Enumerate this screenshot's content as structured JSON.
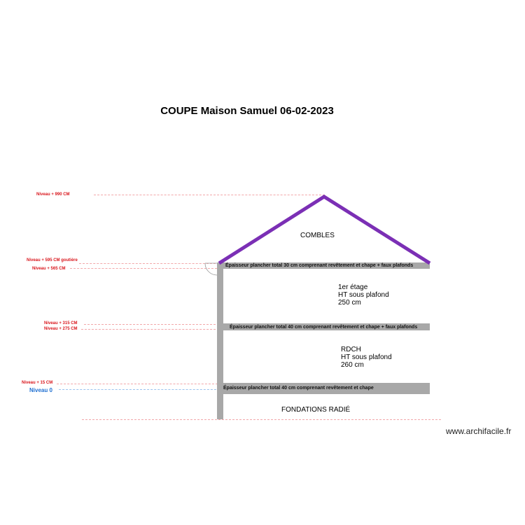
{
  "title": "COUPE Maison Samuel 06-02-2023",
  "levels": [
    {
      "label": "Niveau + 990 CM"
    },
    {
      "label": "Niveau + 595 CM goutière"
    },
    {
      "label": "Niveau + 565 CM"
    },
    {
      "label": "Niveau + 315 CM"
    },
    {
      "label": "Niveau + 275 CM"
    },
    {
      "label": "Niveau + 15 CM"
    },
    {
      "label": "Niveau 0"
    }
  ],
  "slabs": [
    {
      "label": "Épaisseur plancher total 30 cm comprenant revêtement et chape + faux plafonds"
    },
    {
      "label": "Épaisseur plancher total 40 cm comprenant revêtement et chape + faux plafonds"
    },
    {
      "label": "Épaisseur plancher total 40 cm comprenant revêtement et chape"
    }
  ],
  "rooms": {
    "attic": "COMBLES",
    "first_floor": {
      "name": "1er étage",
      "line2": "HT sous plafond",
      "line3": "250 cm"
    },
    "ground_floor": {
      "name": "RDCH",
      "line2": "HT sous plafond",
      "line3": "260 cm"
    },
    "foundation": "FONDATIONS RADIÉ"
  },
  "watermark": "www.archifacile.fr",
  "colors": {
    "roof": "#7b2fb5",
    "level_line": "#d9161c",
    "level_zero": "#1f6fd1",
    "slab": "#a8a8a8"
  }
}
